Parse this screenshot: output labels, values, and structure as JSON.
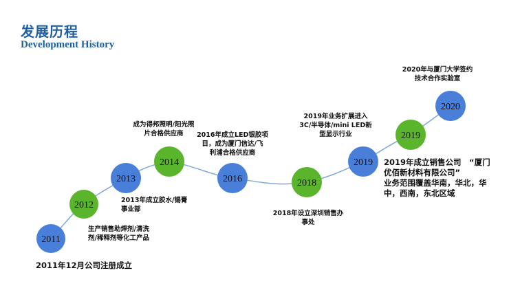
{
  "header": {
    "title_zh": "发展历程",
    "title_en": "Development History"
  },
  "colors": {
    "blue": "#4a7fd9",
    "green": "#5ab52c",
    "line": "#7fa8d8",
    "title": "#1f5fa0"
  },
  "milestones": [
    {
      "year": "2011",
      "color": "blue",
      "text": [
        "2011年12月公司注册成立"
      ]
    },
    {
      "year": "2012",
      "color": "green",
      "text": [
        "生产销售助焊剂/清洗",
        "剂/稀释剂等化工产品"
      ]
    },
    {
      "year": "2013",
      "color": "blue",
      "text": [
        "2013年成立胶水/锡膏",
        "事业部"
      ]
    },
    {
      "year": "2014",
      "color": "green",
      "text": [
        "成为得邦照明/阳光照",
        "片合格供应商"
      ]
    },
    {
      "year": "2016",
      "color": "blue",
      "text": [
        "2016年成立LED银胶项",
        "目，成为厦门信达/飞",
        "利浦合格供应商"
      ]
    },
    {
      "year": "2018",
      "color": "green",
      "text": [
        "2018年设立深圳销售办",
        "事处"
      ]
    },
    {
      "year": "2019",
      "color": "blue",
      "text": [
        "2019年成立销售公司　“厦门",
        "优佰新材料有限公司”",
        "业务范围覆盖华南，华北，华",
        "中，西南，东北区域"
      ]
    },
    {
      "year": "2019",
      "color": "green",
      "text": [
        "2019年业务扩展进入",
        "3C/半导体/mini LED新",
        "型显示行业"
      ]
    },
    {
      "year": "2020",
      "color": "blue",
      "text": [
        "2020年与厦门大学签约",
        "技术合作实验室"
      ]
    }
  ]
}
